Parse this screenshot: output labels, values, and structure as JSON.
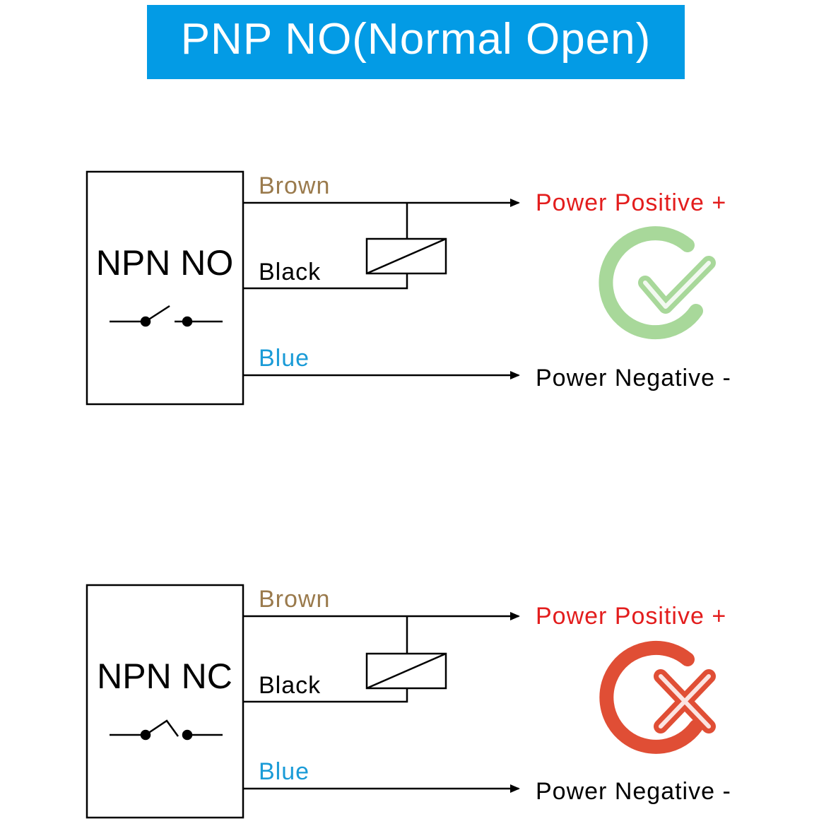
{
  "title": "PNP NO(Normal Open)",
  "colors": {
    "banner": "#039be5",
    "brown": "#9a7a4c",
    "blue": "#1a9bd7",
    "red": "#e31d1d",
    "ok": "#a8d89a",
    "bad": "#e04e35"
  },
  "circuits": [
    {
      "sensor_label": "NPN NO",
      "switch_type": "normally-open",
      "brown_label": "Brown",
      "black_label": "Black",
      "blue_label": "Blue",
      "positive_label": "Power Positive +",
      "negative_label": "Power Negative -",
      "status_icon": "check-icon"
    },
    {
      "sensor_label": "NPN NC",
      "switch_type": "normally-closed",
      "brown_label": "Brown",
      "black_label": "Black",
      "blue_label": "Blue",
      "positive_label": "Power Positive +",
      "negative_label": "Power Negative -",
      "status_icon": "cross-icon"
    }
  ]
}
